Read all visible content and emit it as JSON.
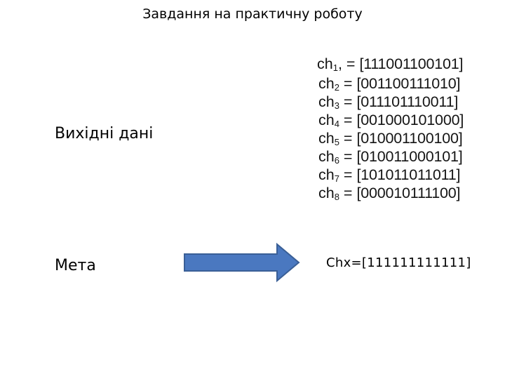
{
  "title": "Завдання на практичну роботу",
  "labels": {
    "source": "Вихідні дані",
    "goal": "Мета"
  },
  "chromosomes": [
    {
      "name": "ch",
      "index": "1",
      "separator": ", =",
      "value": "[111001100101]"
    },
    {
      "name": "ch",
      "index": "2",
      "separator": " =",
      "value": "[001100111010]"
    },
    {
      "name": "ch",
      "index": "3",
      "separator": " =",
      "value": "[011101110011]"
    },
    {
      "name": "ch",
      "index": "4",
      "separator": " =",
      "value": "[001000101000]"
    },
    {
      "name": "ch",
      "index": "5",
      "separator": " =",
      "value": "[010001100100]"
    },
    {
      "name": "ch",
      "index": "6",
      "separator": " =",
      "value": "[010011000101]"
    },
    {
      "name": "ch",
      "index": "7",
      "separator": " =",
      "value": "[101011011011]"
    },
    {
      "name": "ch",
      "index": "8",
      "separator": " =",
      "value": "[000010111100]"
    }
  ],
  "target": "Chx=[111111111111]",
  "colors": {
    "arrow_fill": "#4a78c0",
    "arrow_stroke": "#3a5f96"
  }
}
